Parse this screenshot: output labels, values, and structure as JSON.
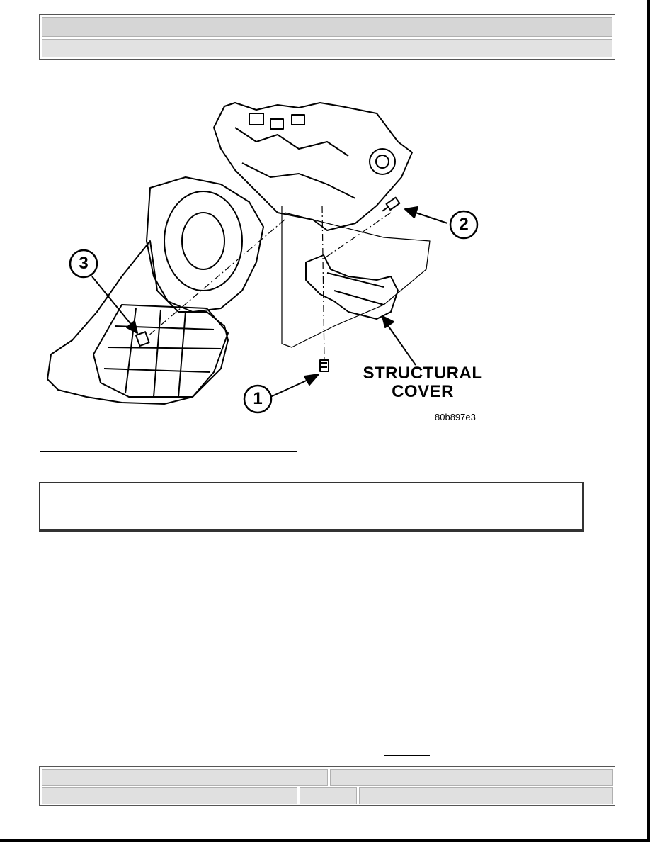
{
  "header": {
    "title": "",
    "subtitle": ""
  },
  "figure": {
    "callouts": [
      "1",
      "2",
      "3"
    ],
    "label_line1": "STRUCTURAL",
    "label_line2": "COVER",
    "image_code": "80b897e3"
  },
  "note": {
    "text": ""
  },
  "footer": {
    "left_top": "",
    "right_top": "",
    "left_bottom": "",
    "middle_bottom": "",
    "right_bottom": ""
  }
}
